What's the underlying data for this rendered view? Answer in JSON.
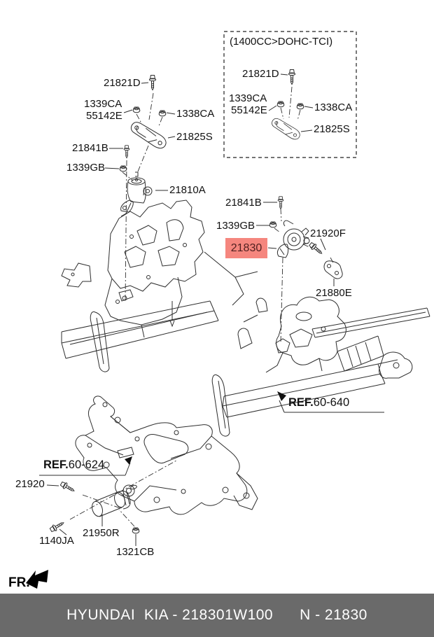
{
  "colors": {
    "highlight_bg": "#f5867e",
    "highlight_text": "#512020",
    "footer_bg": "#6a6a6a",
    "footer_text": "#ffffff"
  },
  "inset": {
    "note": "(1400CC>DOHC-TCI)",
    "bolt": "21821D",
    "nut_front": "1339CA",
    "nut_front_alt": "55142E",
    "nut_rear": "1338CA",
    "bracket": "21825S"
  },
  "engine_mount_group": {
    "bolt": "21821D",
    "nut_front": "1339CA",
    "nut_front_alt": "55142E",
    "nut_rear": "1338CA",
    "bracket": "21825S",
    "through_bolt": "21841B",
    "nut": "1339GB",
    "mount": "21810A"
  },
  "transmission_mount_group": {
    "through_bolt": "21841B",
    "nut": "1339GB",
    "mount_highlighted": "21830",
    "side_bolt": "21920F",
    "support_bracket": "21880E"
  },
  "refs": {
    "side_member": {
      "prefix": "REF.",
      "number": "60-640"
    },
    "crossmember": {
      "prefix": "REF.",
      "number": "60-624"
    }
  },
  "roll_rod_group": {
    "bolt_front": "21920",
    "bolt_lower": "1140JA",
    "mount": "21950R",
    "nut": "1321CB"
  },
  "orientation": {
    "front_label": "FR."
  },
  "footer": {
    "catalog": "HYUNDAI  KIA - 218301W100",
    "part_no": "N - 21830"
  }
}
